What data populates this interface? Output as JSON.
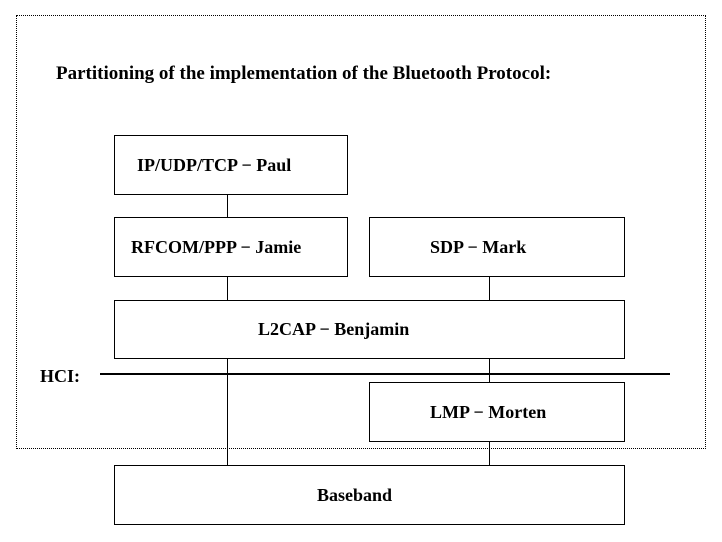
{
  "diagram": {
    "title": "Partitioning of the implementation of the Bluetooth Protocol:",
    "boxes": {
      "ip": "IP/UDP/TCP − Paul",
      "rfcom": "RFCOM/PPP − Jamie",
      "sdp": "SDP − Mark",
      "l2cap": "L2CAP − Benjamin",
      "lmp": "LMP − Morten",
      "baseband": "Baseband"
    },
    "hci_label": "HCI:"
  }
}
